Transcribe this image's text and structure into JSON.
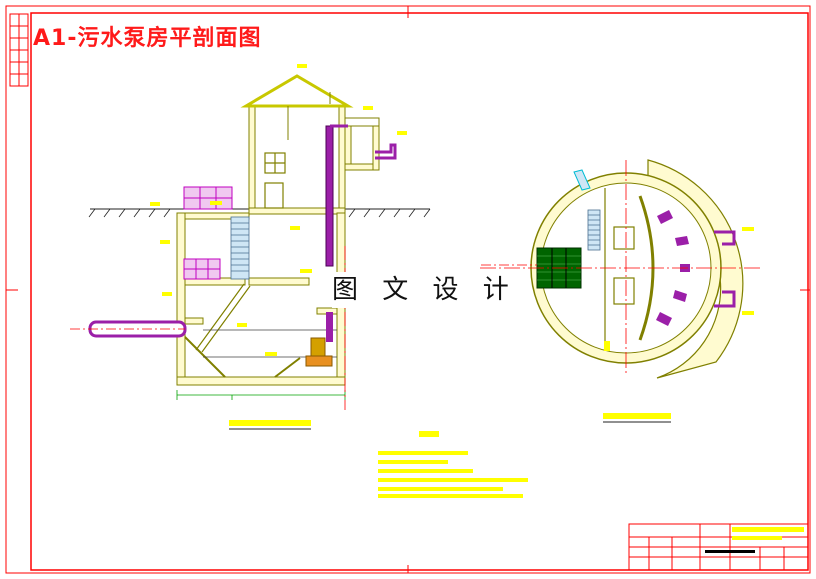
{
  "drawing": {
    "title": "A1-污水泵房平剖面图",
    "watermark": "图 文 设 计"
  },
  "colors": {
    "border": "#ff0000",
    "wall": "#c8c800",
    "wall_dark": "#808000",
    "pipe": "#9b1fa8",
    "stair": "#6a8fb0",
    "equipment": "#e0b0e0",
    "pump": "#d4a000",
    "grate": "#006400",
    "dimension": "#00a000",
    "centerline": "#ff0000",
    "annotation": "#ffff00",
    "cyan": "#00bcd4"
  },
  "icons": [
    "ground-hatch",
    "pump-unit",
    "grille-screen",
    "ventilation-pipe"
  ]
}
